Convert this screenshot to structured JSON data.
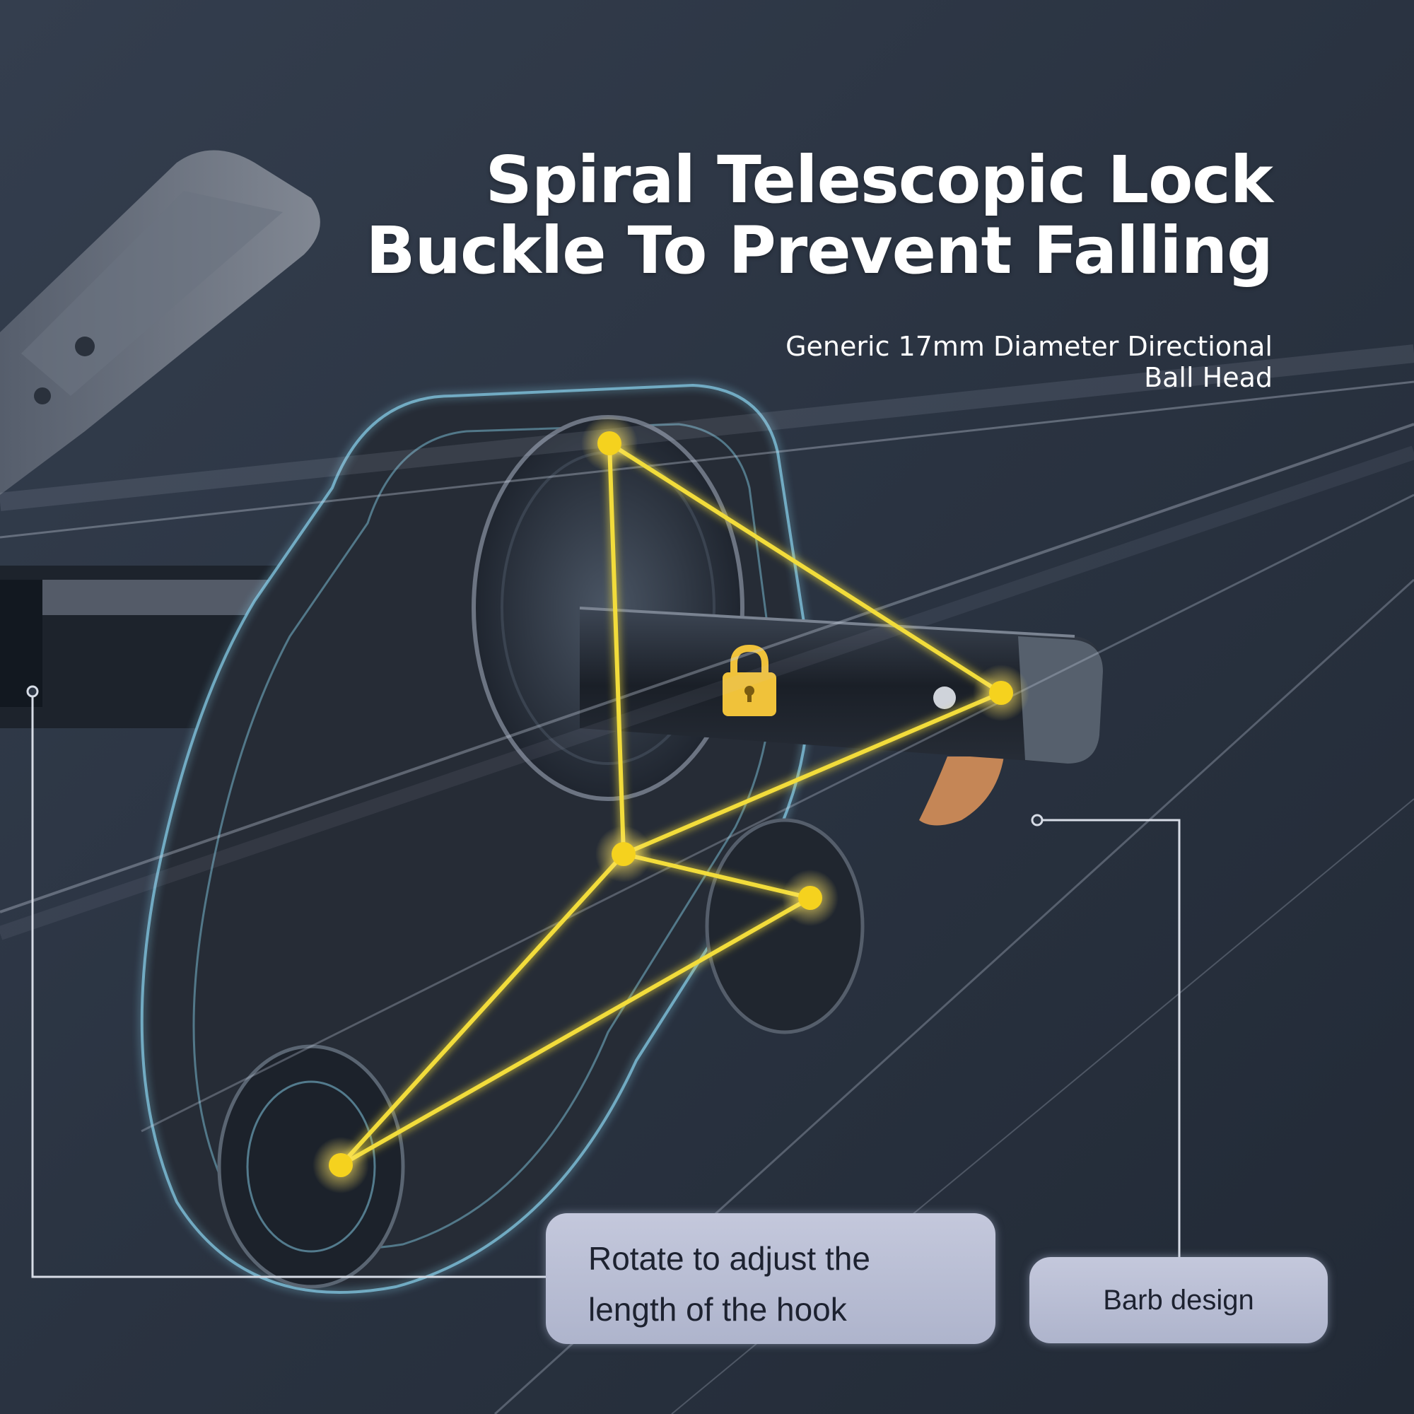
{
  "headline": {
    "line1": "Spiral Telescopic Lock",
    "line2": "Buckle To Prevent Falling"
  },
  "subtitle": {
    "line1": "Generic 17mm Diameter Directional",
    "line2": "Ball Head"
  },
  "callouts": {
    "rotate": {
      "line1": "Rotate to adjust the",
      "line2": "length of the hook"
    },
    "barb": {
      "label": "Barb design"
    }
  },
  "colors": {
    "background": "#2b3442",
    "highlight": "#f2dc3a",
    "outline_glow": "#8ad4f0",
    "lock_icon": "#f0c23a",
    "callout_bg": "#b8bdd4",
    "callout_text": "#1d2230",
    "barb_accent": "#e0955a"
  },
  "icons": {
    "lock": "padlock-icon"
  }
}
